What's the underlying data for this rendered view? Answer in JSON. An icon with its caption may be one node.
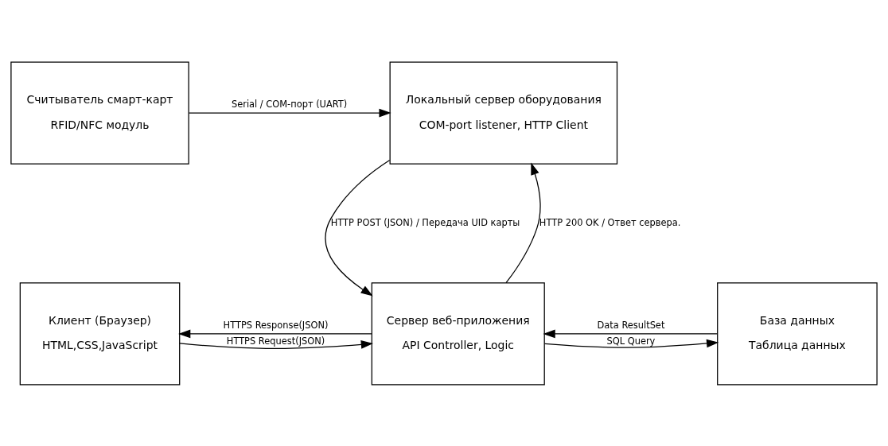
{
  "diagram": {
    "nodes": [
      {
        "text": [
          "Считыватель смарт-карт",
          "RFID/NFC модуль"
        ]
      },
      {
        "text": [
          "Локальный сервер оборудования",
          "COM-port listener, HTTP Client"
        ]
      },
      {
        "text": [
          "Клиент (Браузер)",
          "HTML,CSS,JavaScript"
        ]
      },
      {
        "text": [
          "Сервер веб-приложения",
          "API Controller, Logic"
        ]
      },
      {
        "text": [
          "База данных",
          "Таблица данных"
        ]
      }
    ],
    "edges": [
      {
        "from": 0,
        "to": 1,
        "arrow": "to",
        "label": "Serial / COM-порт (UART)"
      },
      {
        "from": 1,
        "to": 3,
        "arrow": "to",
        "label": "HTTP POST (JSON) / Передача UID карты"
      },
      {
        "from": 3,
        "to": 1,
        "arrow": "to",
        "label": "HTTP 200 OK / Ответ сервера."
      },
      {
        "from": 2,
        "to": 3,
        "arrow": "to",
        "label": "HTTPS Request(JSON)"
      },
      {
        "from": 3,
        "to": 2,
        "arrow": "to",
        "label": "HTTPS Response(JSON)"
      },
      {
        "from": 3,
        "to": 4,
        "arrow": "to",
        "label": "SQL Query"
      },
      {
        "from": 4,
        "to": 3,
        "arrow": "to",
        "label": "Data ResultSet"
      }
    ]
  }
}
